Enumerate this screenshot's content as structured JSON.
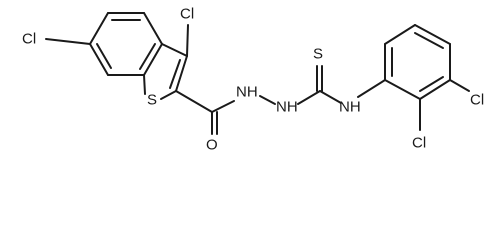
{
  "molecule": {
    "atoms": {
      "cl_ring_left": "Cl",
      "cl_c3": "Cl",
      "s_ring": "S",
      "o_carbonyl": "O",
      "nh_1": "NH",
      "nh_2": "NH",
      "s_thio": "S",
      "nh_aryl": "NH",
      "cl_aryl_3": "Cl",
      "cl_aryl_2": "Cl"
    }
  }
}
